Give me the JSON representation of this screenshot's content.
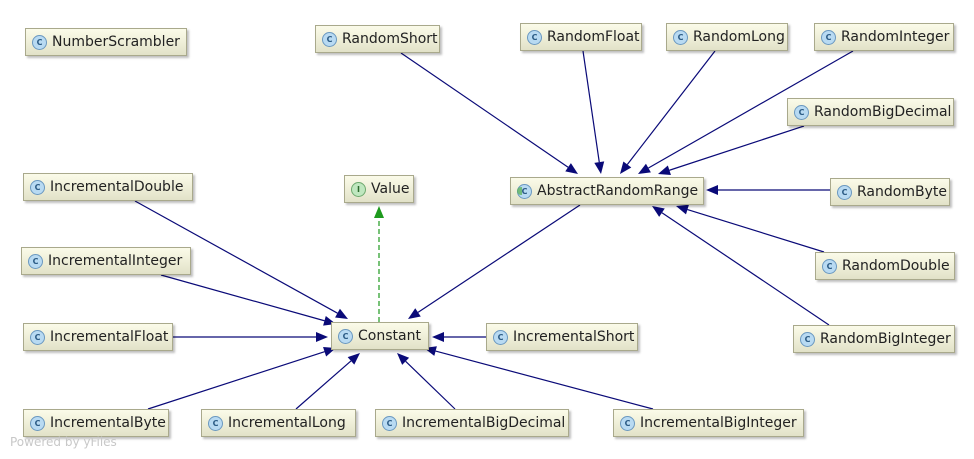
{
  "nodes": [
    {
      "id": "NumberScrambler",
      "label": "NumberScrambler",
      "kind": "class"
    },
    {
      "id": "RandomShort",
      "label": "RandomShort",
      "kind": "class"
    },
    {
      "id": "RandomFloat",
      "label": "RandomFloat",
      "kind": "class"
    },
    {
      "id": "RandomLong",
      "label": "RandomLong",
      "kind": "class"
    },
    {
      "id": "RandomInteger",
      "label": "RandomInteger",
      "kind": "class"
    },
    {
      "id": "RandomBigDecimal",
      "label": "RandomBigDecimal",
      "kind": "class"
    },
    {
      "id": "AbstractRandomRange",
      "label": "AbstractRandomRange",
      "kind": "abstract"
    },
    {
      "id": "RandomByte",
      "label": "RandomByte",
      "kind": "class"
    },
    {
      "id": "RandomDouble",
      "label": "RandomDouble",
      "kind": "class"
    },
    {
      "id": "RandomBigInteger",
      "label": "RandomBigInteger",
      "kind": "class"
    },
    {
      "id": "Value",
      "label": "Value",
      "kind": "interface"
    },
    {
      "id": "Constant",
      "label": "Constant",
      "kind": "class"
    },
    {
      "id": "IncrementalDouble",
      "label": "IncrementalDouble",
      "kind": "class"
    },
    {
      "id": "IncrementalInteger",
      "label": "IncrementalInteger",
      "kind": "class"
    },
    {
      "id": "IncrementalFloat",
      "label": "IncrementalFloat",
      "kind": "class"
    },
    {
      "id": "IncrementalShort",
      "label": "IncrementalShort",
      "kind": "class"
    },
    {
      "id": "IncrementalByte",
      "label": "IncrementalByte",
      "kind": "class"
    },
    {
      "id": "IncrementalLong",
      "label": "IncrementalLong",
      "kind": "class"
    },
    {
      "id": "IncrementalBigDecimal",
      "label": "IncrementalBigDecimal",
      "kind": "class"
    },
    {
      "id": "IncrementalBigInteger",
      "label": "IncrementalBigInteger",
      "kind": "class"
    }
  ],
  "edges": [
    {
      "from": "RandomShort",
      "to": "AbstractRandomRange",
      "type": "extends"
    },
    {
      "from": "RandomFloat",
      "to": "AbstractRandomRange",
      "type": "extends"
    },
    {
      "from": "RandomLong",
      "to": "AbstractRandomRange",
      "type": "extends"
    },
    {
      "from": "RandomInteger",
      "to": "AbstractRandomRange",
      "type": "extends"
    },
    {
      "from": "RandomBigDecimal",
      "to": "AbstractRandomRange",
      "type": "extends"
    },
    {
      "from": "RandomByte",
      "to": "AbstractRandomRange",
      "type": "extends"
    },
    {
      "from": "RandomDouble",
      "to": "AbstractRandomRange",
      "type": "extends"
    },
    {
      "from": "RandomBigInteger",
      "to": "AbstractRandomRange",
      "type": "extends"
    },
    {
      "from": "AbstractRandomRange",
      "to": "Constant",
      "type": "extends"
    },
    {
      "from": "Constant",
      "to": "Value",
      "type": "implements"
    },
    {
      "from": "IncrementalDouble",
      "to": "Constant",
      "type": "extends"
    },
    {
      "from": "IncrementalInteger",
      "to": "Constant",
      "type": "extends"
    },
    {
      "from": "IncrementalFloat",
      "to": "Constant",
      "type": "extends"
    },
    {
      "from": "IncrementalShort",
      "to": "Constant",
      "type": "extends"
    },
    {
      "from": "IncrementalByte",
      "to": "Constant",
      "type": "extends"
    },
    {
      "from": "IncrementalLong",
      "to": "Constant",
      "type": "extends"
    },
    {
      "from": "IncrementalBigDecimal",
      "to": "Constant",
      "type": "extends"
    },
    {
      "from": "IncrementalBigInteger",
      "to": "Constant",
      "type": "extends"
    }
  ],
  "colors": {
    "extends_edge": "#0a0a78",
    "implements_edge": "#1e9a1e"
  },
  "watermark": "Powered by yFiles"
}
